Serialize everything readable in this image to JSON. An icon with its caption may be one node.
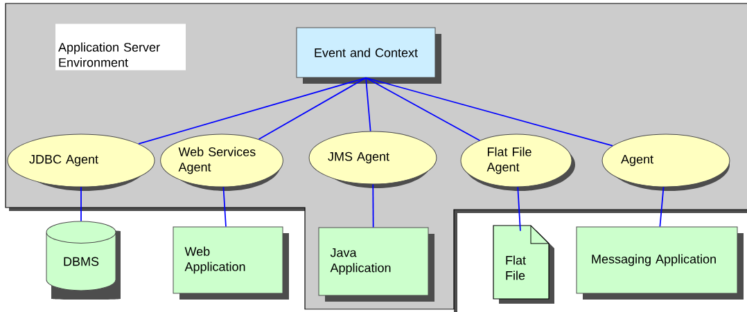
{
  "diagram": {
    "nodes": [
      {
        "text": [
          "Application Server Environment"
        ]
      },
      {
        "text": [
          "Event and Context"
        ],
        "in": 0
      },
      {
        "text": [
          "JDBC Agent"
        ],
        "in": 0
      },
      {
        "text": [
          "Web Services Agent"
        ],
        "in": 0
      },
      {
        "text": [
          "JMS Agent"
        ],
        "in": 0
      },
      {
        "text": [
          "Flat File Agent"
        ],
        "in": 0
      },
      {
        "text": [
          "Agent"
        ],
        "in": 0
      },
      {
        "text": [
          "DBMS"
        ]
      },
      {
        "text": [
          "Web Application"
        ]
      },
      {
        "text": [
          "Java Application"
        ],
        "in": 0
      },
      {
        "text": [
          "Flat File"
        ]
      },
      {
        "text": [
          "Messaging Application"
        ]
      }
    ],
    "edges": [
      {
        "from": 1,
        "to": 2,
        "arrow": "none"
      },
      {
        "from": 1,
        "to": 3,
        "arrow": "none"
      },
      {
        "from": 1,
        "to": 4,
        "arrow": "none"
      },
      {
        "from": 1,
        "to": 5,
        "arrow": "none"
      },
      {
        "from": 1,
        "to": 6,
        "arrow": "none"
      },
      {
        "from": 2,
        "to": 7,
        "arrow": "none"
      },
      {
        "from": 3,
        "to": 8,
        "arrow": "none"
      },
      {
        "from": 4,
        "to": 9,
        "arrow": "none"
      },
      {
        "from": 5,
        "to": 10,
        "arrow": "none"
      },
      {
        "from": 6,
        "to": 11,
        "arrow": "none"
      }
    ]
  }
}
